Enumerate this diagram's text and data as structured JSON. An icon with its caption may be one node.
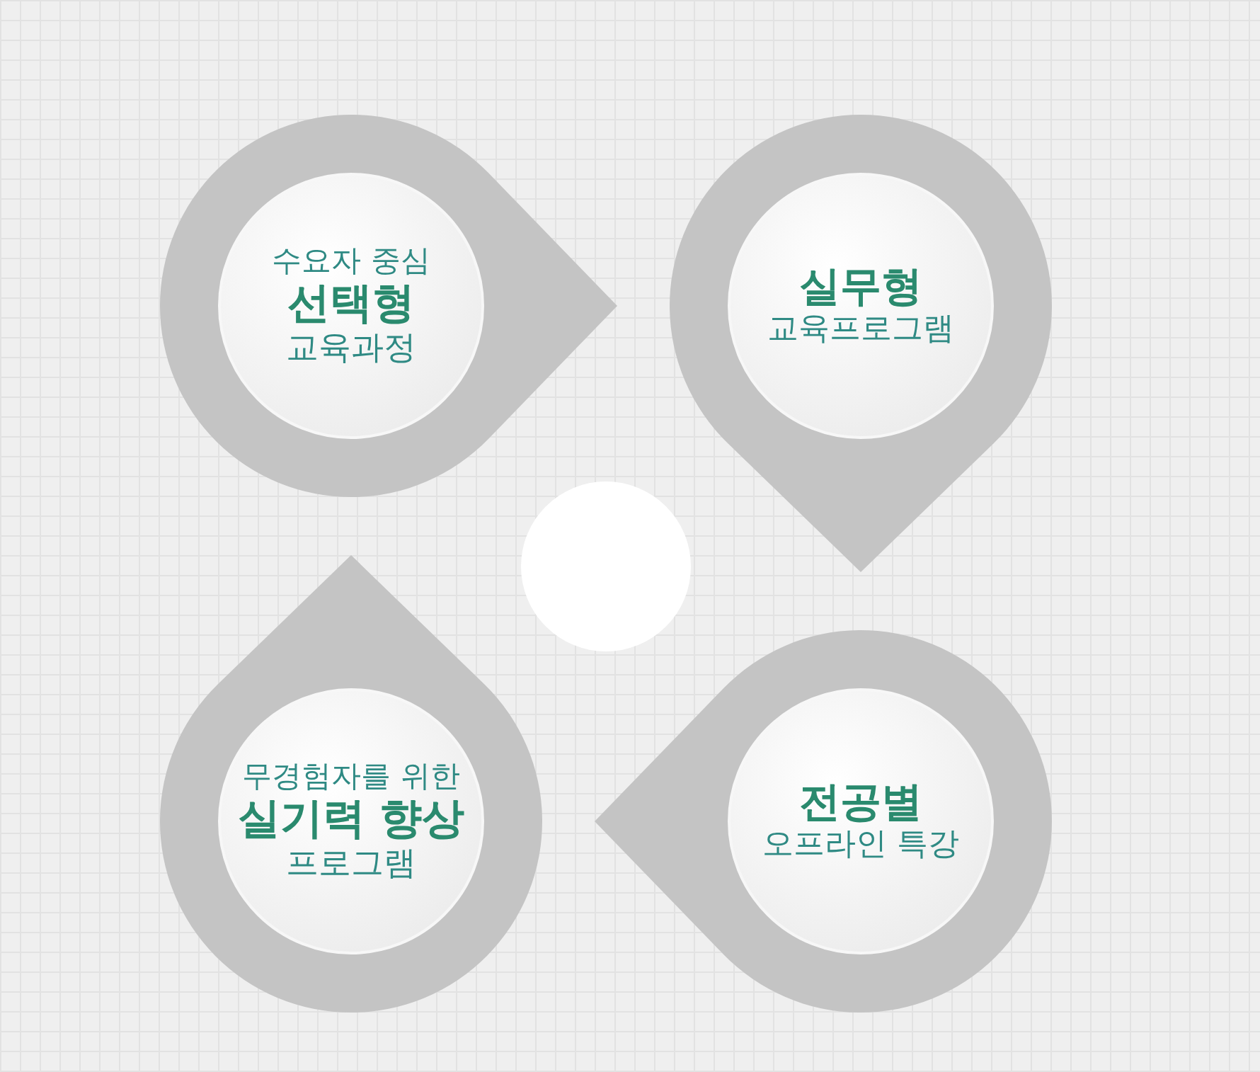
{
  "diagram": {
    "nodes": [
      {
        "text": [
          "수요자 중심",
          "선택형",
          "교육과정"
        ]
      },
      {
        "text": [
          "실무형",
          "교육프로그램"
        ]
      },
      {
        "text": [],
        "shape": "circle"
      },
      {
        "text": [
          "무경험자를 위한",
          "실기력 향상",
          "프로그램"
        ]
      },
      {
        "text": [
          "전공별",
          "오프라인 특강"
        ]
      }
    ]
  }
}
